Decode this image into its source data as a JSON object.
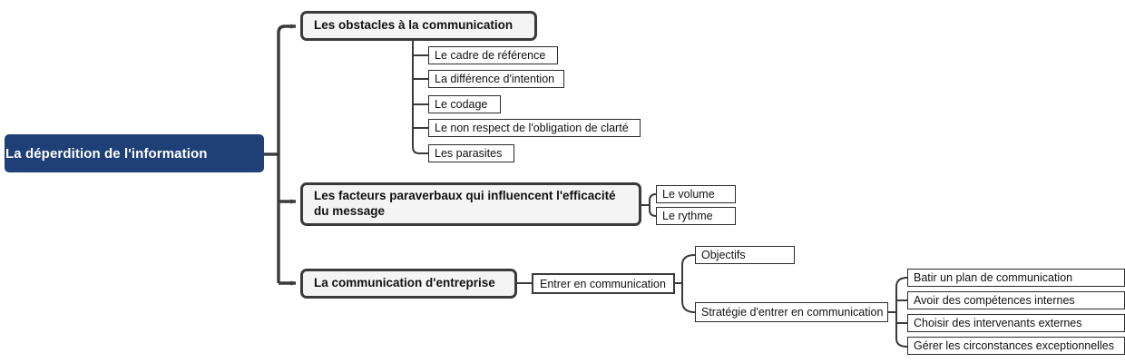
{
  "diagram": {
    "title": "La déperdition de l'information",
    "type": "mind-map",
    "colors": {
      "root_fill": "#1f3f77",
      "root_text": "#ffffff",
      "branch_fill": "#f4f4f4",
      "branch_border": "#3a3a3a",
      "leaf_fill": "#ffffff",
      "leaf_border": "#2b2b2b",
      "connector": "#3a3a3a",
      "background": "#ffffff"
    },
    "root": {
      "label": "La déperdition de l'information"
    },
    "branches": [
      {
        "label": "Les obstacles à la communication",
        "children": [
          {
            "label": "Le cadre de référence"
          },
          {
            "label": "La différence d'intention"
          },
          {
            "label": "Le codage"
          },
          {
            "label": "Le non respect de l'obligation de clarté"
          },
          {
            "label": "Les parasites"
          }
        ]
      },
      {
        "label_line1": "Les facteurs paraverbaux qui influencent l'efficacité",
        "label_line2": "du message",
        "children": [
          {
            "label": "Le volume"
          },
          {
            "label": "Le rythme"
          }
        ]
      },
      {
        "label": "La communication d'entreprise",
        "children": [
          {
            "label": "Entrer en communication",
            "children": [
              {
                "label": "Objectifs"
              },
              {
                "label": "Stratégie d'entrer en communication",
                "children": [
                  {
                    "label": "Batir un plan de communication"
                  },
                  {
                    "label": "Avoir des compétences internes"
                  },
                  {
                    "label": "Choisir des intervenants externes"
                  },
                  {
                    "label": "Gérer les circonstances exceptionnelles"
                  }
                ]
              }
            ]
          }
        ]
      }
    ]
  }
}
